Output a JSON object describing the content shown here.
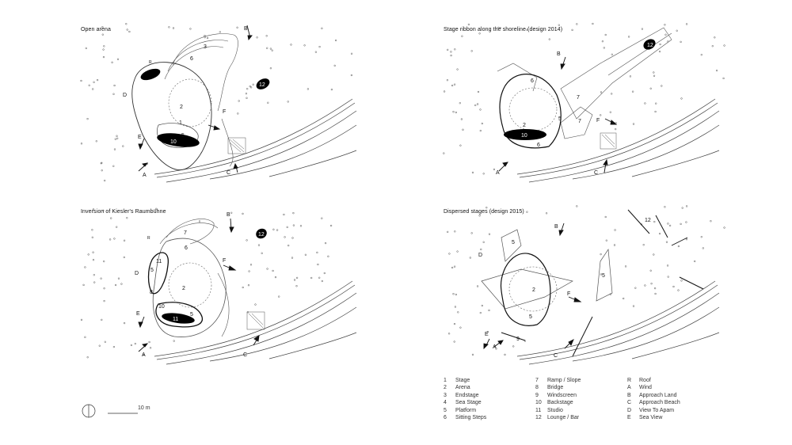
{
  "panels": [
    {
      "title": "Open arena"
    },
    {
      "title": "Stage ribbon along the shoreline (design 2014)"
    },
    {
      "title": "Inversion of Kiesler's Raumbühne"
    },
    {
      "title": "Dispersed stages (design 2015)"
    }
  ],
  "labels": {
    "p1": {
      "n3": "3",
      "n6": "6",
      "n2": "2",
      "n1": "1",
      "n5": "5",
      "n10": "10",
      "n12": "12",
      "D": "D",
      "E": "E",
      "A": "A",
      "F": "F",
      "B": "B",
      "C": "C",
      "R": "R"
    },
    "p2": {
      "n12": "12",
      "n6": "6",
      "n7a": "7",
      "n7b": "7",
      "n5": "5",
      "n2": "2",
      "n7c": "7",
      "n10": "10",
      "n6b": "6",
      "B": "B",
      "F": "F",
      "A": "A",
      "C": "C"
    },
    "p3": {
      "n7": "7",
      "n6": "6",
      "n11a": "11",
      "n5a": "5",
      "n8": "8",
      "n2": "2",
      "n10": "10",
      "n11b": "11",
      "n5b": "5",
      "n12": "12",
      "D": "D",
      "E": "E",
      "A": "A",
      "F": "F",
      "B": "B",
      "C": "C",
      "R": "R"
    },
    "p4": {
      "n5a": "5",
      "n2": "2",
      "n5b": "5",
      "n5c": "5",
      "n9": "9",
      "n12": "12",
      "D": "D",
      "E": "E",
      "A": "A",
      "F": "F",
      "B": "B",
      "C": "C"
    }
  },
  "legend": {
    "col1": [
      {
        "num": "1",
        "label": "Stage"
      },
      {
        "num": "2",
        "label": "Arena"
      },
      {
        "num": "3",
        "label": "Endstage"
      },
      {
        "num": "4",
        "label": "Sea Stage"
      },
      {
        "num": "5",
        "label": "Platform"
      },
      {
        "num": "6",
        "label": "Sitting Steps"
      }
    ],
    "col2": [
      {
        "num": "7",
        "label": "Ramp / Slope"
      },
      {
        "num": "8",
        "label": "Bridge"
      },
      {
        "num": "9",
        "label": "Windscreen"
      },
      {
        "num": "10",
        "label": "Backstage"
      },
      {
        "num": "11",
        "label": "Studio"
      },
      {
        "num": "12",
        "label": "Lounge / Bar"
      }
    ],
    "col3": [
      {
        "num": "R",
        "label": "Roof"
      },
      {
        "num": "A",
        "label": "Wind"
      },
      {
        "num": "B",
        "label": "Approach Land"
      },
      {
        "num": "C",
        "label": "Approach Beach"
      },
      {
        "num": "D",
        "label": "View To Apam"
      },
      {
        "num": "E",
        "label": "Sea View"
      }
    ]
  },
  "scale": {
    "label": "10 m"
  }
}
